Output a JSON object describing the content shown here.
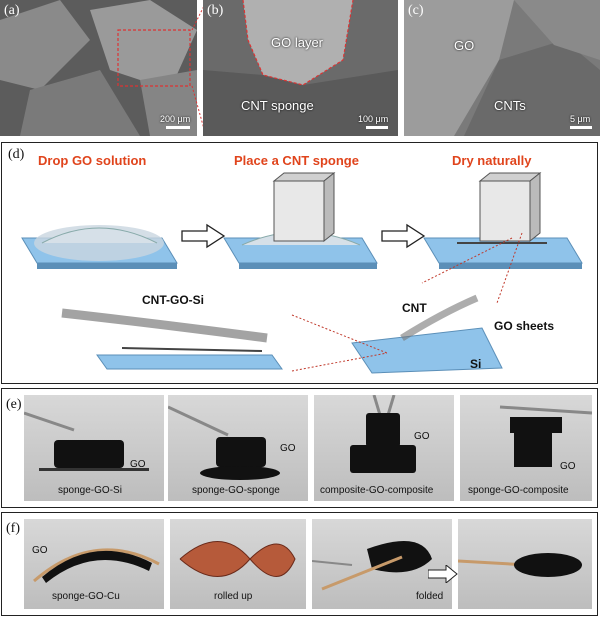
{
  "panel_a": {
    "label": "(a)",
    "scale": "200 μm"
  },
  "panel_b": {
    "label": "(b)",
    "go_layer": "GO layer",
    "cnt_sponge": "CNT sponge",
    "scale": "100 μm"
  },
  "panel_c": {
    "label": "(c)",
    "go": "GO",
    "cnts": "CNTs",
    "scale": "5 μm"
  },
  "panel_d": {
    "label": "(d)",
    "steps": [
      "Drop GO solution",
      "Place a CNT sponge",
      "Dry naturally"
    ],
    "cnt_go_si": "CNT-GO-Si",
    "cnt": "CNT",
    "go_sheets": "GO sheets",
    "si": "Si"
  },
  "panel_e": {
    "label": "(e)",
    "go": "GO",
    "captions": [
      "sponge-GO-Si",
      "sponge-GO-sponge",
      "composite-GO-composite",
      "sponge-GO-composite"
    ]
  },
  "panel_f": {
    "label": "(f)",
    "go": "GO",
    "captions": [
      "sponge-GO-Cu",
      "rolled up",
      "folded"
    ]
  },
  "colors": {
    "accent": "#e0441c",
    "substrate": "#7fb6e0",
    "annotation": "#c0392b"
  }
}
